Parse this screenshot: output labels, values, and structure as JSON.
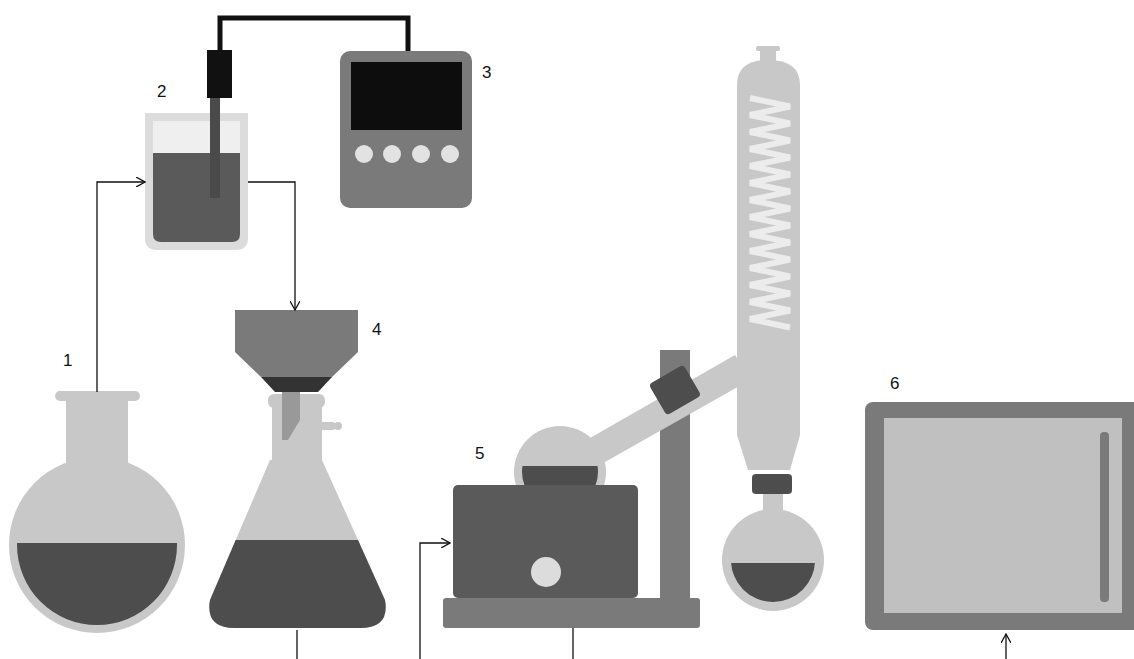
{
  "diagram": {
    "nodes": [
      {
        "text": [
          "1"
        ]
      },
      {
        "text": [
          "2"
        ]
      },
      {
        "text": [
          "3"
        ]
      },
      {
        "text": [
          "4"
        ]
      },
      {
        "text": [
          "5"
        ]
      },
      {
        "text": [
          "6"
        ]
      }
    ],
    "edges": [
      {
        "from": 0,
        "to": 1,
        "arrow": "to"
      },
      {
        "from": 1,
        "to": 2,
        "arrow": "none"
      },
      {
        "from": 1,
        "to": 3,
        "arrow": "to"
      }
    ]
  }
}
